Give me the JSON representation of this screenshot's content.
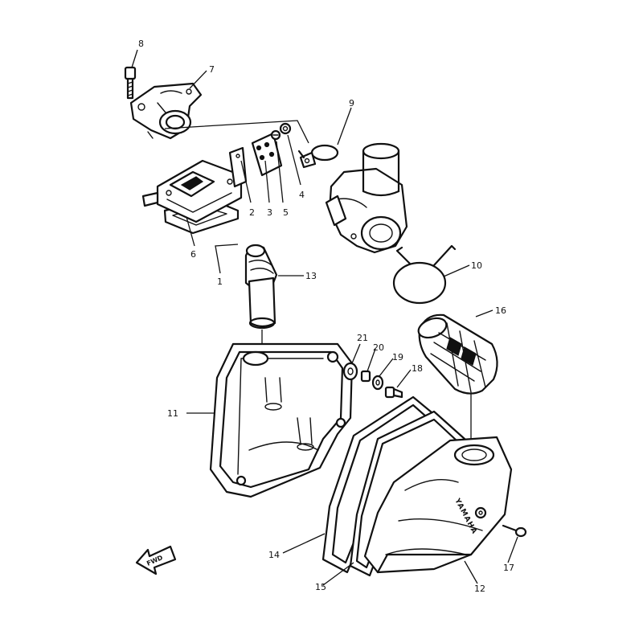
{
  "diagram": {
    "brand_mark": "YAMAHA",
    "direction_mark": "FWD",
    "callouts": [
      {
        "id": "c1",
        "label": "1"
      },
      {
        "id": "c2",
        "label": "2"
      },
      {
        "id": "c3",
        "label": "3"
      },
      {
        "id": "c4",
        "label": "4"
      },
      {
        "id": "c5",
        "label": "5"
      },
      {
        "id": "c6",
        "label": "6"
      },
      {
        "id": "c7",
        "label": "7"
      },
      {
        "id": "c8",
        "label": "8"
      },
      {
        "id": "c9",
        "label": "9"
      },
      {
        "id": "c10",
        "label": "10"
      },
      {
        "id": "c11",
        "label": "11"
      },
      {
        "id": "c12",
        "label": "12"
      },
      {
        "id": "c13",
        "label": "13"
      },
      {
        "id": "c14",
        "label": "14"
      },
      {
        "id": "c15",
        "label": "15"
      },
      {
        "id": "c16",
        "label": "16"
      },
      {
        "id": "c17",
        "label": "17"
      },
      {
        "id": "c18",
        "label": "18"
      },
      {
        "id": "c19",
        "label": "19"
      },
      {
        "id": "c20",
        "label": "20"
      },
      {
        "id": "c21",
        "label": "21"
      }
    ]
  }
}
